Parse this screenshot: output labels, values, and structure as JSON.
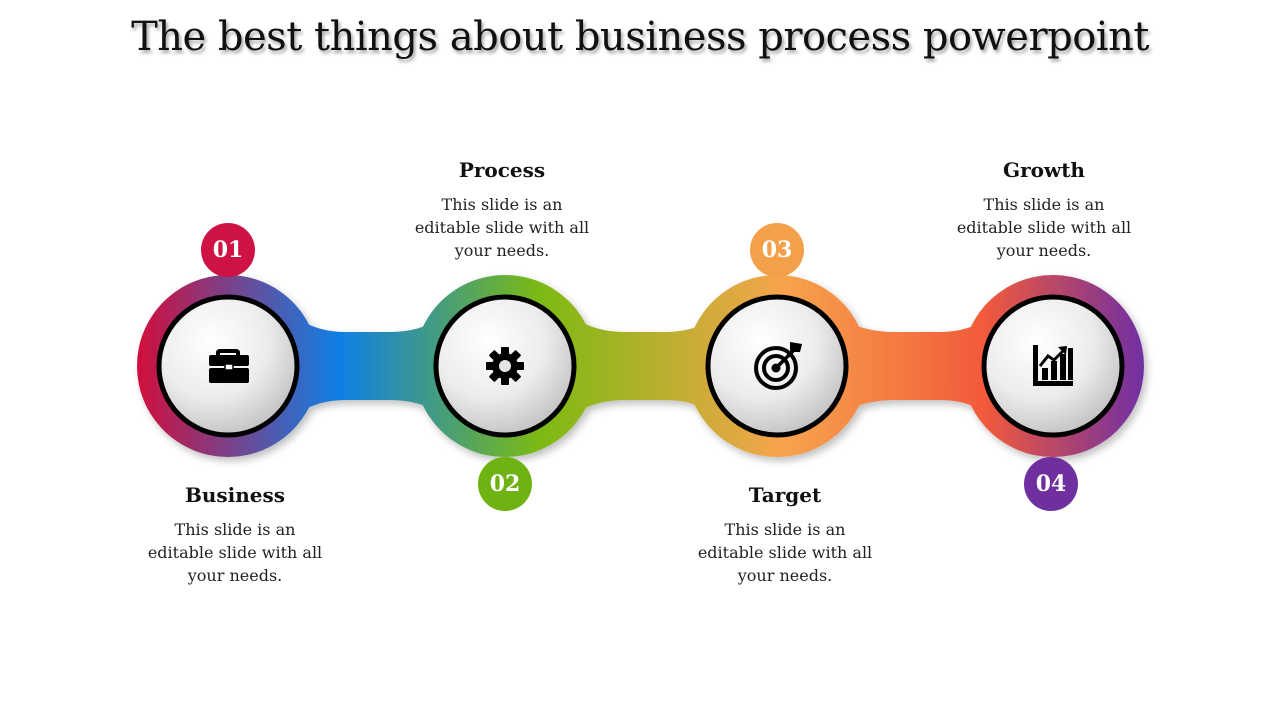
{
  "title": "The best things about business process powerpoint",
  "steps": [
    {
      "number": "01",
      "label": "Business",
      "description": "This slide is an editable slide with all your needs.",
      "icon": "briefcase-icon",
      "color": "#cf1244"
    },
    {
      "number": "02",
      "label": "Process",
      "description": "This slide is an editable slide with all your needs.",
      "icon": "gear-icon",
      "color": "#6fb313"
    },
    {
      "number": "03",
      "label": "Target",
      "description": "This slide is an editable slide with all your needs.",
      "icon": "target-icon",
      "color": "#f2a14a"
    },
    {
      "number": "04",
      "label": "Growth",
      "description": "This slide is an editable slide with all your needs.",
      "icon": "bar-chart-icon",
      "color": "#6f2f9e"
    }
  ],
  "colors": {
    "gradient": [
      "#d10f3d",
      "#0f7fe6",
      "#7cba12",
      "#f7a44c",
      "#f25a3a",
      "#6f2fa3"
    ]
  }
}
